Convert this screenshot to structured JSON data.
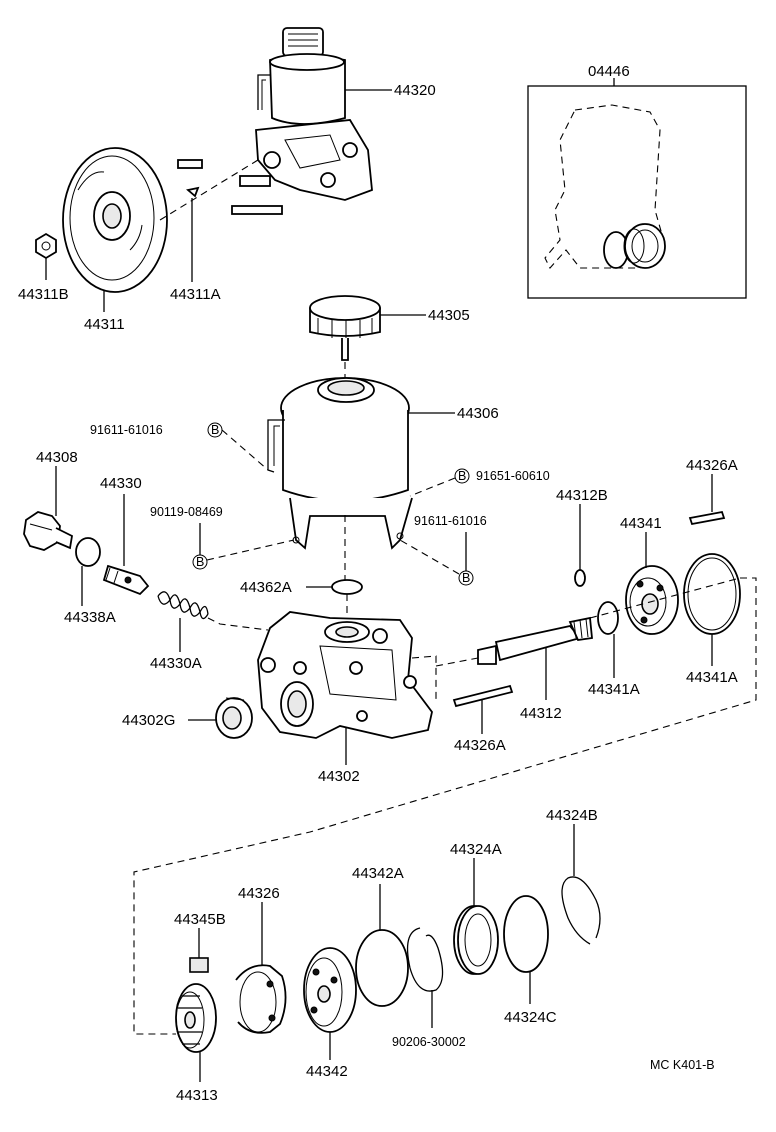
{
  "labels": {
    "p44320": "44320",
    "p04446": "04446",
    "p44311B": "44311B",
    "p44311": "44311",
    "p44311A": "44311A",
    "p44305": "44305",
    "p44306": "44306",
    "p91611_a": "91611-61016",
    "p91611_b": "91611-61016",
    "p91651": "91651-60610",
    "p90119": "90119-08469",
    "p44308": "44308",
    "p44330": "44330",
    "p44338A": "44338A",
    "p44330A": "44330A",
    "p44362A": "44362A",
    "p44312B": "44312B",
    "p44341": "44341",
    "p44326A_top": "44326A",
    "p44341A_a": "44341A",
    "p44341A_b": "44341A",
    "p44312": "44312",
    "p44326A_bot": "44326A",
    "p44302G": "44302G",
    "p44302": "44302",
    "p44324B": "44324B",
    "p44324A": "44324A",
    "p44342A": "44342A",
    "p44326": "44326",
    "p44345B": "44345B",
    "p44324C": "44324C",
    "p90206": "90206-30002",
    "p44313": "44313",
    "p44342": "44342",
    "diagram_code": "MC K401-B"
  },
  "markers": {
    "bolt_marker": "B"
  }
}
